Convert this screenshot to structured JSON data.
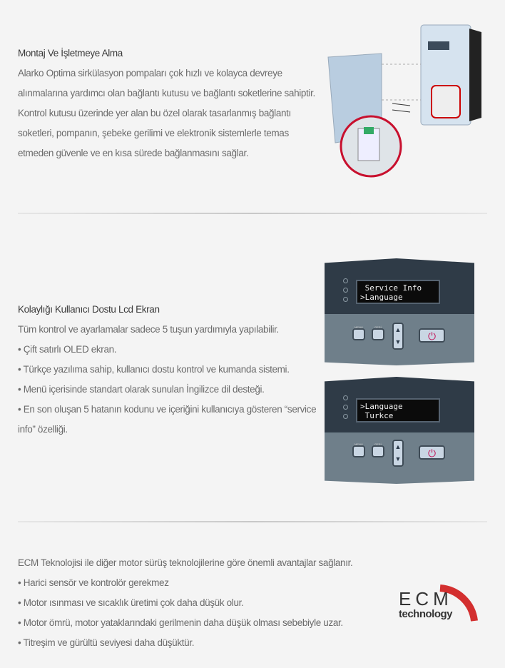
{
  "section1": {
    "title": "Montaj Ve İşletmeye Alma",
    "lines": [
      "Alarko Optima sirkülasyon pompaları çok hızlı ve kolayca devreye",
      "alınmalarına yardımcı olan bağlantı kutusu ve bağlantı soketlerine sahiptir.",
      "Kontrol kutusu üzerinde yer alan bu özel olarak tasarlanmış bağlantı",
      "soketleri, pompanın, şebeke gerilimi ve elektronik sistemlerle temas",
      "etmeden güvenle ve en kısa sürede bağlanmasını sağlar."
    ]
  },
  "section2": {
    "title": "Kolaylığı Kullanıcı Dostu Lcd Ekran",
    "lines": [
      "Tüm kontrol ve ayarlamalar sadece 5 tuşun yardımıyla yapılabilir.",
      "• Çift satırlı OLED ekran.",
      "• Türkçe yazılıma sahip, kullanıcı dostu kontrol ve kumanda sistemi.",
      "• Menü içerisinde standart olarak sunulan İngilizce dil desteği.",
      "• En son oluşan 5 hatanın kodunu ve içeriğini kullanıcıya gösteren “service",
      "info” özelliği."
    ],
    "panels": [
      {
        "lcd": " Service Info\n>Language"
      },
      {
        "lcd": ">Language\n Turkce"
      }
    ],
    "button_labels": {
      "menu": "MENU",
      "geri": "GERİ"
    }
  },
  "section3": {
    "lines": [
      "ECM Teknolojisi ile diğer motor sürüş teknolojilerine göre önemli avantajlar sağlanır.",
      "• Harici sensör ve kontrolör gerekmez",
      "• Motor ısınması ve sıcaklık üretimi çok daha düşük olur.",
      "• Motor ömrü, motor yataklarındaki gerilmenin daha düşük olması sebebiyle uzar.",
      "• Titreşim ve gürültü seviyesi daha düşüktür."
    ],
    "logo": {
      "top": "ECM",
      "bottom": "technology"
    }
  }
}
